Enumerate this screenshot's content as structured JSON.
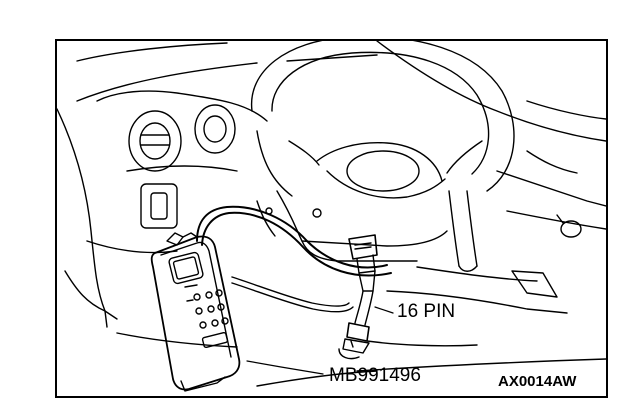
{
  "labels": {
    "connector": "16 PIN",
    "tool": "MB991496",
    "figure_code": "AX0014AW"
  },
  "colors": {
    "line": "#000000",
    "background": "#ffffff"
  }
}
